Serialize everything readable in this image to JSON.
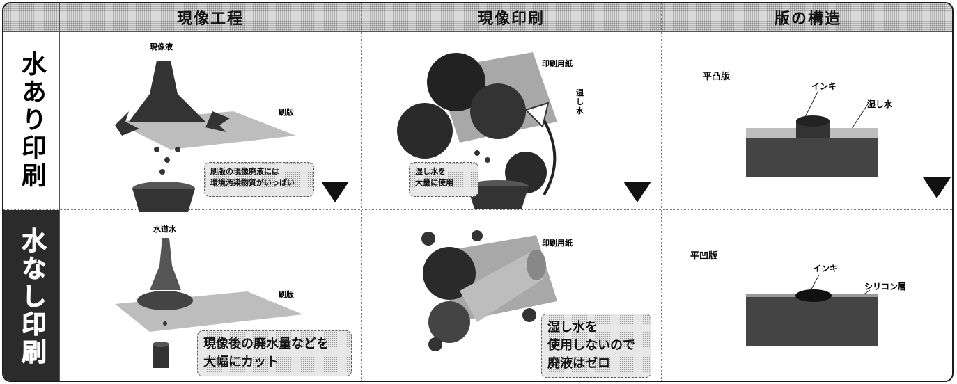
{
  "headers": {
    "process": "現像工程",
    "printing": "現像印刷",
    "structure": "版の構造"
  },
  "rows": {
    "with_water": "水あり印刷",
    "waterless": "水なし印刷"
  },
  "cells": {
    "dev_water": {
      "top_label": "現像液",
      "plate_label": "刷版",
      "callout": [
        "刷版の現像廃液には",
        "環境汚染物質がいっぱい"
      ]
    },
    "print_water": {
      "paper_label": "印刷用紙",
      "water_label": "湿し水",
      "callout": [
        "湿し水を",
        "大量に使用"
      ]
    },
    "struct_water": {
      "title": "平凸版",
      "ink_label": "インキ",
      "water_label": "湿し水"
    },
    "dev_waterless": {
      "top_label": "水道水",
      "plate_label": "刷版",
      "callout": [
        "現像後の廃水量などを",
        "大幅にカット"
      ]
    },
    "print_waterless": {
      "paper_label": "印刷用紙",
      "callout": [
        "湿し水を",
        "使用しないので",
        "廃液はゼロ"
      ]
    },
    "struct_waterless": {
      "title": "平凹版",
      "ink_label": "インキ",
      "silicone_label": "シリコン層"
    }
  }
}
